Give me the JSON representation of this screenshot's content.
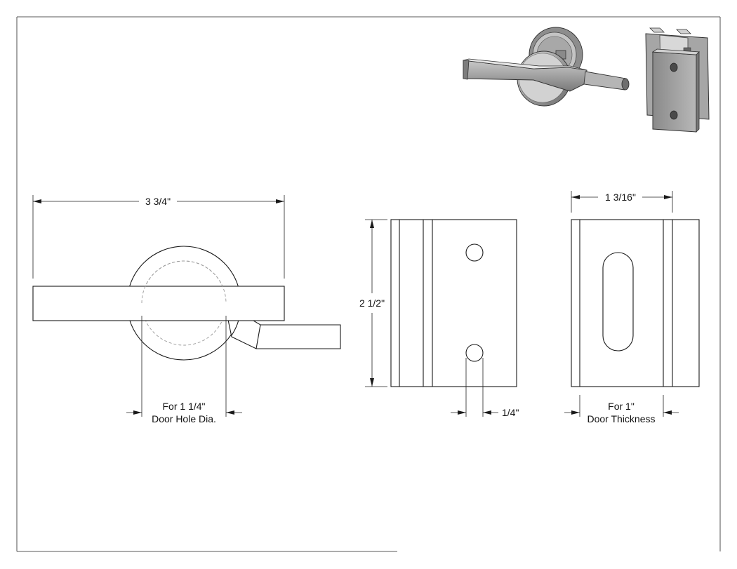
{
  "dimensions": {
    "overall_width": "3 3/4\"",
    "keeper_height": "2 1/2\"",
    "keeper_depth": "1 3/16\"",
    "hole_spacing": "1/4\"",
    "door_hole_line1": "For 1 1/4\"",
    "door_hole_line2": "Door Hole Dia.",
    "door_thickness_line1": "For 1\"",
    "door_thickness_line2": "Door Thickness"
  },
  "views": {
    "lever_isometric": "lever-handle-isometric",
    "keeper_isometric": "keeper-isometric"
  }
}
